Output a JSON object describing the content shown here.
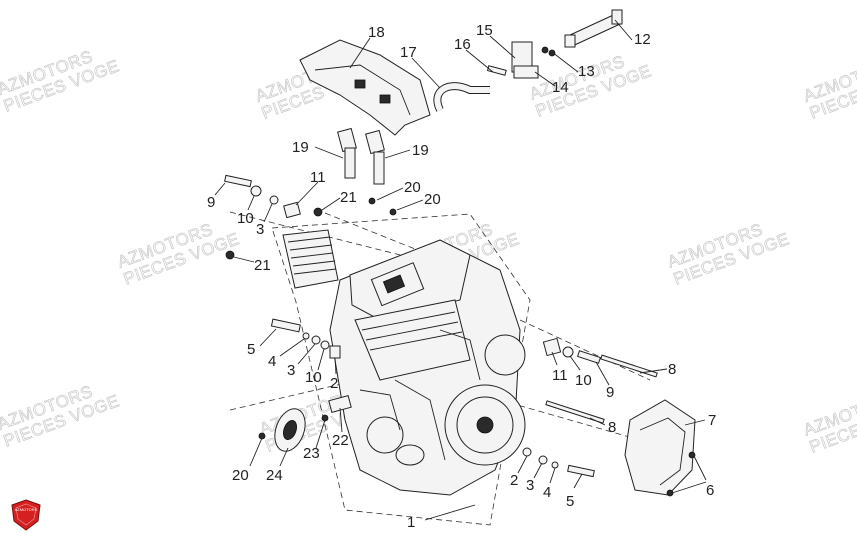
{
  "watermarks": [
    {
      "line1": "AZMOTORS",
      "line2": "PIECES VOGE"
    },
    {
      "line1": "AZMOTORS",
      "line2": "PIECES VOGE"
    },
    {
      "line1": "AZMOTORS",
      "line2": "PIECES VOGE"
    },
    {
      "line1": "AZMOTORS",
      "line2": "PIECES VOGE"
    },
    {
      "line1": "AZMOTORS",
      "line2": "PIECES VOGE"
    },
    {
      "line1": "AZMOTORS",
      "line2": "PIECES VOGE"
    },
    {
      "line1": "AZMOTORS",
      "line2": "PIECES VOGE"
    },
    {
      "line1": "AZMOTORS",
      "line2": "PIECES VOGE"
    },
    {
      "line1": "AZMOTORS",
      "line2": "PIECES VOGE"
    },
    {
      "line1": "AZMOTORS",
      "line2": "PIECES VOGE"
    }
  ],
  "callouts": [
    "18",
    "17",
    "16",
    "15",
    "12",
    "13",
    "14",
    "19",
    "19",
    "11",
    "21",
    "20",
    "20",
    "9",
    "10",
    "3",
    "21",
    "5",
    "4",
    "3",
    "10",
    "2",
    "8",
    "11",
    "10",
    "9",
    "7",
    "8",
    "6",
    "22",
    "23",
    "20",
    "24",
    "2",
    "3",
    "4",
    "5",
    "1"
  ],
  "logo": {
    "text": "AZMOTORS",
    "color": "#d42020"
  }
}
